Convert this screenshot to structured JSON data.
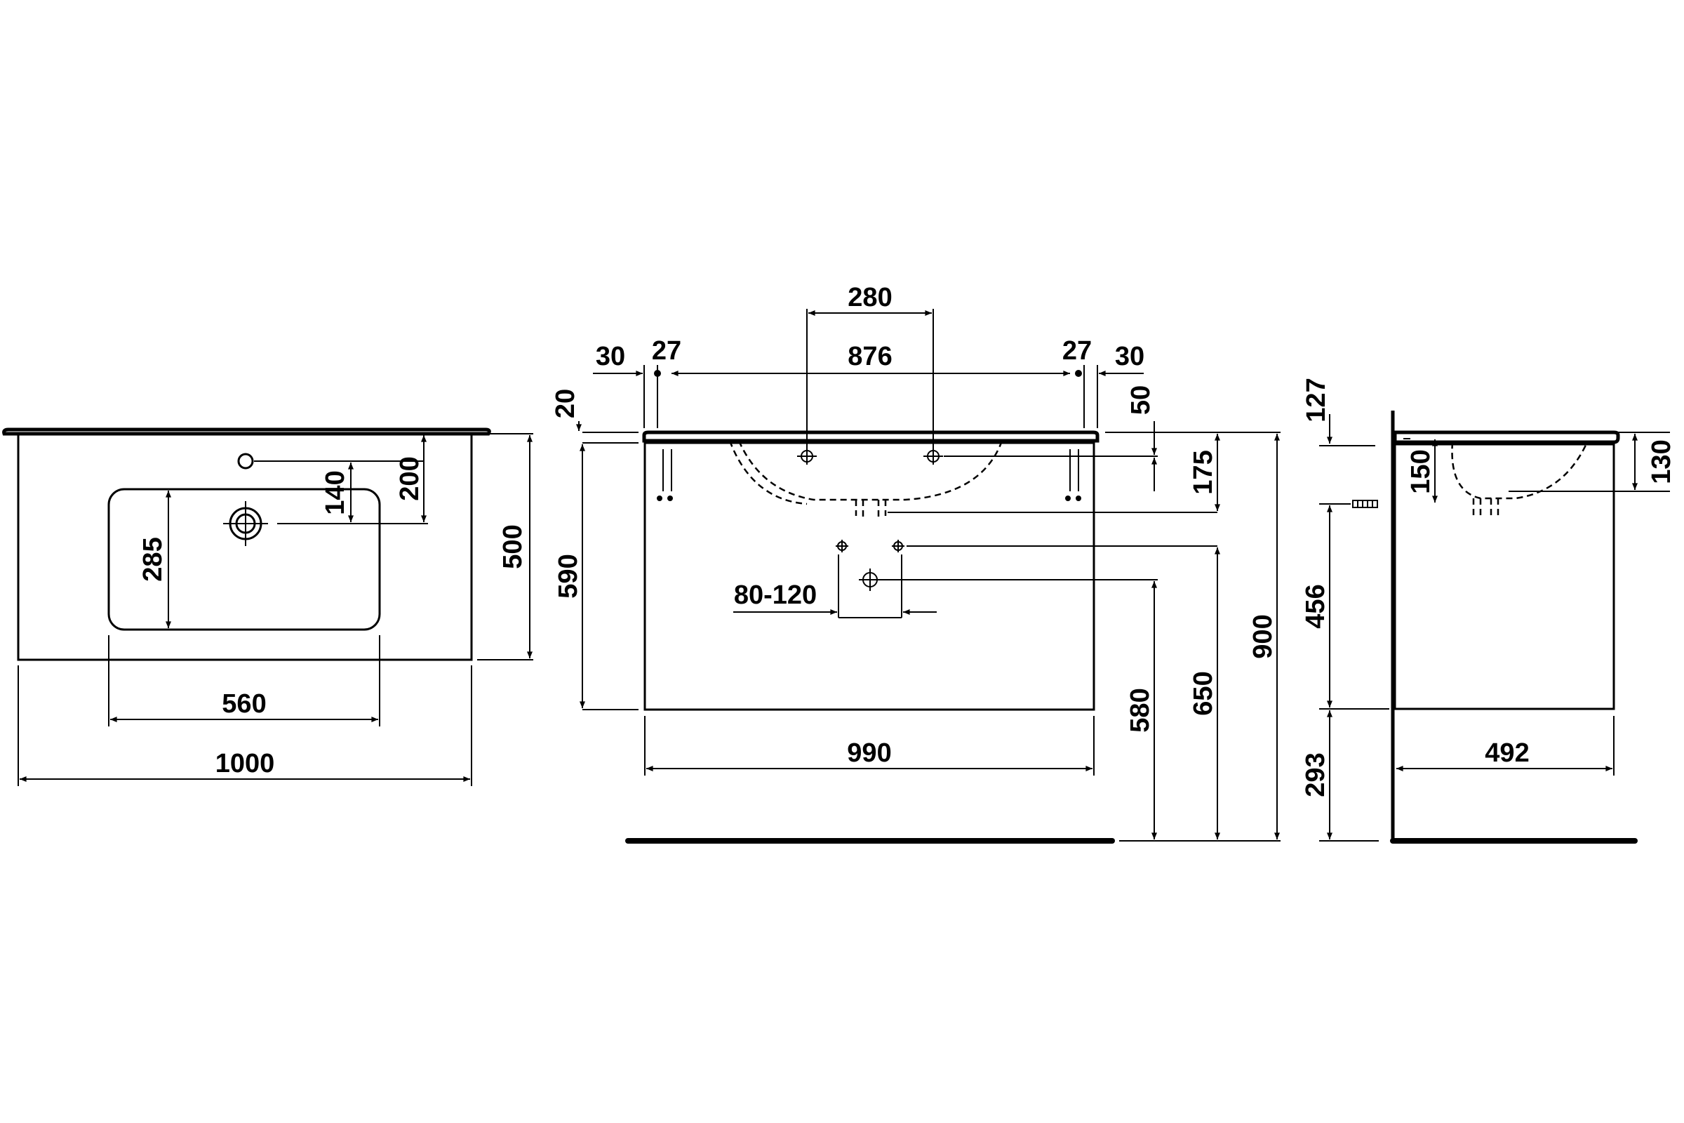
{
  "dimensions": {
    "top_view": {
      "depth_total": "500",
      "tap_hole_to_back": "200",
      "tap_to_waste": "140",
      "bowl_depth": "285",
      "bowl_width": "560",
      "overall_width": "1000"
    },
    "front_view": {
      "tap_hole_spacing": "280",
      "left_edge_offset": "30",
      "left_fixing_offset": "27",
      "fixing_span": "876",
      "right_fixing_offset": "27",
      "right_edge_offset": "30",
      "top_thickness": "20",
      "fixing_height": "50",
      "bowl_drop": "175",
      "cabinet_height": "590",
      "trap_adjust": "80-120",
      "cabinet_width": "990",
      "supply_height": "580",
      "waste_height": "650",
      "overall_height": "900"
    },
    "side_view": {
      "top_offset": "127",
      "bowl_depth": "150",
      "basin_depth": "130",
      "cabinet_height": "456",
      "floor_gap": "293",
      "cabinet_depth": "492"
    }
  },
  "colors": {
    "line": "#000000",
    "background": "#ffffff"
  }
}
